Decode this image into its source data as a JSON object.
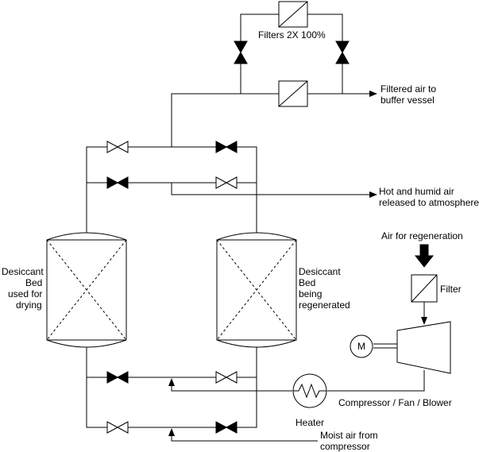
{
  "labels": {
    "filters": "Filters 2X 100%",
    "filtered_air": [
      "Filtered air to",
      "buffer vessel"
    ],
    "hot_humid_air": [
      "Hot and humid air",
      "released to atmosphere"
    ],
    "air_for_regen": "Air for regeneration",
    "filter": "Filter",
    "bed_drying": [
      "Desiccant",
      "Bed",
      "used for",
      "drying"
    ],
    "bed_regen": [
      "Desiccant",
      "Bed",
      "being",
      "regenerated"
    ],
    "motor": "M",
    "compressor": "Compressor / Fan / Blower",
    "heater": "Heater",
    "moist_air": [
      "Moist air from",
      "compressor"
    ]
  },
  "colors": {
    "line": "#000000",
    "fill": "#ffffff"
  }
}
